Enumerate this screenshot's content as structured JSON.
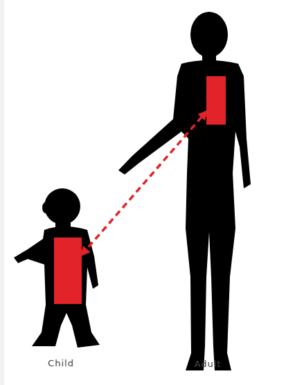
{
  "diagram": {
    "nodes": [
      {
        "text": [
          "Child"
        ]
      },
      {
        "text": [
          "Adult"
        ]
      }
    ],
    "edges": [
      {
        "from": 0,
        "to": 1,
        "arrow": "both"
      }
    ]
  }
}
